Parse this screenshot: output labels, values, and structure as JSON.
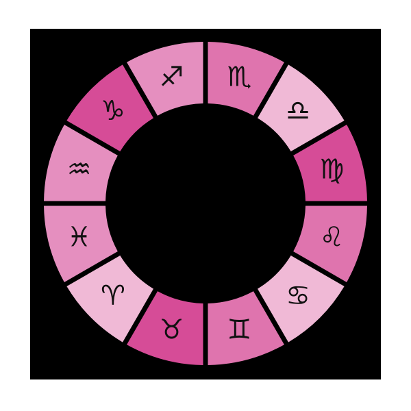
{
  "background_color": "#000000",
  "separator_color": "#ffffff",
  "symbol_color": "#111111",
  "signs": [
    {
      "name": "sagittarius",
      "glyph": "♐",
      "icon": "sagittarius-icon",
      "color": "#e58fbf"
    },
    {
      "name": "scorpio",
      "glyph": "♏",
      "icon": "scorpio-icon",
      "color": "#df74ae"
    },
    {
      "name": "libra",
      "glyph": "♎",
      "icon": "libra-icon",
      "color": "#f0b9d6"
    },
    {
      "name": "virgo",
      "glyph": "♍",
      "icon": "virgo-icon",
      "color": "#d64c97"
    },
    {
      "name": "leo",
      "glyph": "♌",
      "icon": "leo-icon",
      "color": "#df74ae"
    },
    {
      "name": "cancer",
      "glyph": "♋",
      "icon": "cancer-icon",
      "color": "#f0b9d6"
    },
    {
      "name": "gemini",
      "glyph": "♊",
      "icon": "gemini-icon",
      "color": "#df74ae"
    },
    {
      "name": "taurus",
      "glyph": "♉",
      "icon": "taurus-icon",
      "color": "#d64c97"
    },
    {
      "name": "aries",
      "glyph": "♈",
      "icon": "aries-icon",
      "color": "#f0b9d6"
    },
    {
      "name": "pisces",
      "glyph": "♓",
      "icon": "pisces-icon",
      "color": "#e58fbf"
    },
    {
      "name": "aquarius",
      "glyph": "♒",
      "icon": "aquarius-icon",
      "color": "#e58fbf"
    },
    {
      "name": "capricorn",
      "glyph": "♑",
      "icon": "capricorn-icon",
      "color": "#d64c97"
    }
  ]
}
